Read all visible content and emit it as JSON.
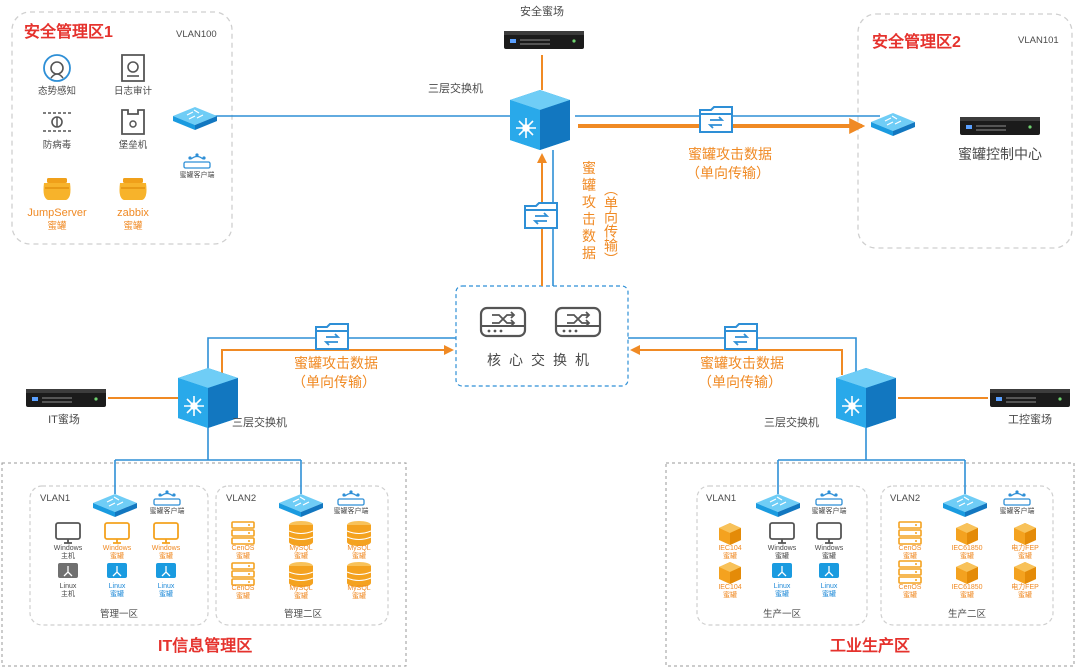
{
  "colors": {
    "line_blue": "#2e8fd6",
    "arrow_orange": "#f08a24",
    "zone_title_red": "#e5322d",
    "dash_gray": "#c8c8c8",
    "honeypot_orange": "#f2a31b"
  },
  "top_server": {
    "label": "安全蜜场"
  },
  "zone_left": {
    "title": "安全管理区1",
    "vlan": "VLAN100",
    "items": [
      {
        "label": "态势感知",
        "icon": "situational-awareness-icon"
      },
      {
        "label": "日志审计",
        "icon": "log-audit-icon"
      },
      {
        "label": "防病毒",
        "icon": "antivirus-icon"
      },
      {
        "label": "堡垒机",
        "icon": "bastion-host-icon"
      }
    ],
    "honeypots": [
      {
        "name": "JumpServer",
        "sub": "蜜罐"
      },
      {
        "name": "zabbix",
        "sub": "蜜罐"
      }
    ],
    "client_label": "蜜罐客户端"
  },
  "zone_right": {
    "title": "安全管理区2",
    "vlan": "VLAN101",
    "center_label": "蜜罐控制中心"
  },
  "top_switch": {
    "label": "三层交换机"
  },
  "top_flow": {
    "line1": "蜜罐攻击数据",
    "line2": "（单向传输）"
  },
  "vertical_flow": {
    "main": "蜜罐攻击数据",
    "paren": "（单向传输）"
  },
  "core_switch": {
    "label": "核心交换机"
  },
  "left_flow": {
    "line1": "蜜罐攻击数据",
    "line2": "（单向传输）"
  },
  "right_flow": {
    "line1": "蜜罐攻击数据",
    "line2": "（单向传输）"
  },
  "left_server": {
    "label": "IT蜜场"
  },
  "right_server": {
    "label": "工控蜜场"
  },
  "left_switch": {
    "label": "三层交换机"
  },
  "right_switch": {
    "label": "三层交换机"
  },
  "it_zone": {
    "title": "IT信息管理区",
    "vlan1": {
      "label": "VLAN1",
      "client_label": "蜜罐客户端",
      "row1": [
        {
          "l1": "Windows",
          "l2": "主机",
          "kind": "host"
        },
        {
          "l1": "Windows",
          "l2": "蜜罐",
          "kind": "pot"
        },
        {
          "l1": "Windows",
          "l2": "蜜罐",
          "kind": "pot"
        }
      ],
      "row2": [
        {
          "l1": "Linux",
          "l2": "主机",
          "kind": "host"
        },
        {
          "l1": "Linux",
          "l2": "蜜罐",
          "kind": "potb"
        },
        {
          "l1": "Linux",
          "l2": "蜜罐",
          "kind": "potb"
        }
      ],
      "footer": "管理一区"
    },
    "vlan2": {
      "label": "VLAN2",
      "client_label": "蜜罐客户端",
      "row1": [
        {
          "l1": "CenOS",
          "l2": "蜜罐"
        },
        {
          "l1": "MySQL",
          "l2": "蜜罐"
        },
        {
          "l1": "MySQL",
          "l2": "蜜罐"
        }
      ],
      "row2": [
        {
          "l1": "CenOS",
          "l2": "蜜罐"
        },
        {
          "l1": "MySQL",
          "l2": "蜜罐"
        },
        {
          "l1": "MySQL",
          "l2": "蜜罐"
        }
      ],
      "footer": "管理二区"
    }
  },
  "ind_zone": {
    "title": "工业生产区",
    "vlan1": {
      "label": "VLAN1",
      "client_label": "蜜罐客户端",
      "row1": [
        {
          "l1": "IEC104",
          "l2": "蜜罐"
        },
        {
          "l1": "Windows",
          "l2": "蜜罐"
        },
        {
          "l1": "Windows",
          "l2": "蜜罐"
        }
      ],
      "row2": [
        {
          "l1": "IEC104",
          "l2": "蜜罐"
        },
        {
          "l1": "Linux",
          "l2": "蜜罐"
        },
        {
          "l1": "Linux",
          "l2": "蜜罐"
        }
      ],
      "footer": "生产一区"
    },
    "vlan2": {
      "label": "VLAN2",
      "client_label": "蜜罐客户端",
      "row1": [
        {
          "l1": "CenOS",
          "l2": "蜜罐"
        },
        {
          "l1": "IEC61850",
          "l2": "蜜罐"
        },
        {
          "l1": "电力FEP",
          "l2": "蜜罐"
        }
      ],
      "row2": [
        {
          "l1": "CenOS",
          "l2": "蜜罐"
        },
        {
          "l1": "IEC61850",
          "l2": "蜜罐"
        },
        {
          "l1": "电力FEP",
          "l2": "蜜罐"
        }
      ],
      "footer": "生产二区"
    }
  }
}
